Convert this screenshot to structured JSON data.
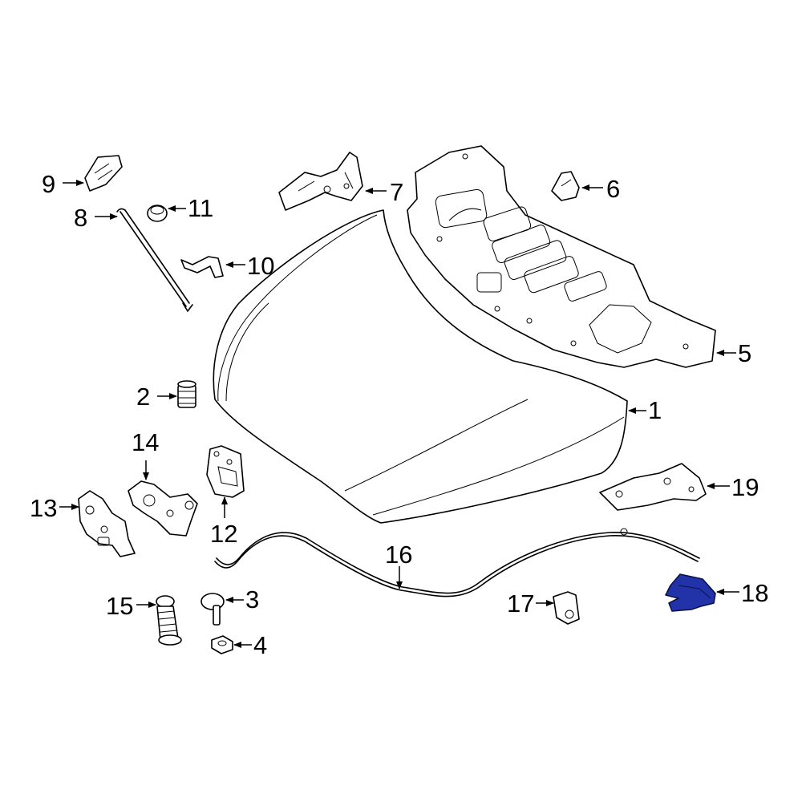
{
  "callouts": {
    "c1": "1",
    "c2": "2",
    "c3": "3",
    "c4": "4",
    "c5": "5",
    "c6": "6",
    "c7": "7",
    "c8": "8",
    "c9": "9",
    "c10": "10",
    "c11": "11",
    "c12": "12",
    "c13": "13",
    "c14": "14",
    "c15": "15",
    "c16": "16",
    "c17": "17",
    "c18": "18",
    "c19": "19"
  },
  "colors": {
    "line": "#000000",
    "highlight": "#2233aa",
    "background": "#ffffff"
  },
  "highlighted_part": "18"
}
